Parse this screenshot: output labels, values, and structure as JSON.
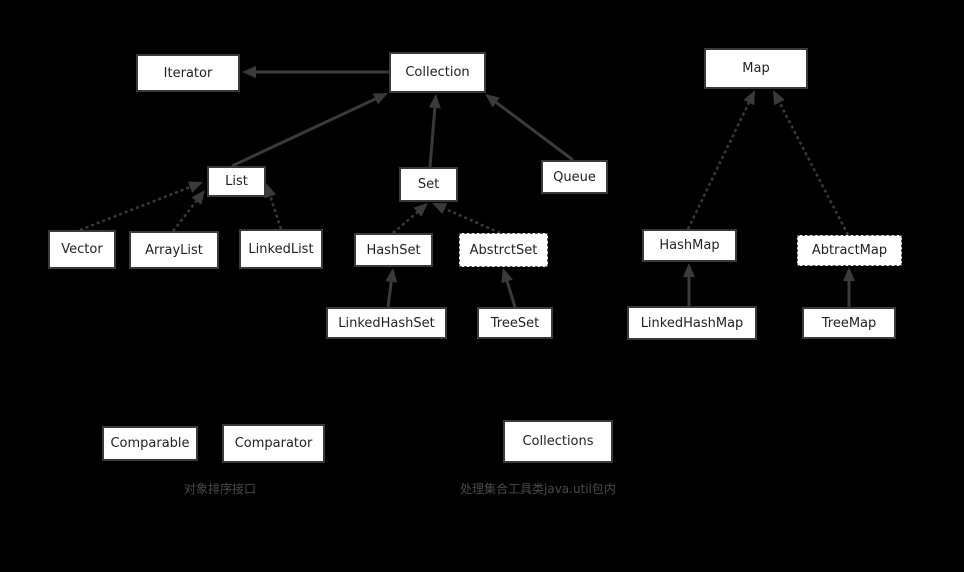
{
  "nodes": {
    "iterator": "Iterator",
    "collection": "Collection",
    "map": "Map",
    "list": "List",
    "set": "Set",
    "queue": "Queue",
    "vector": "Vector",
    "arraylist": "ArrayList",
    "linkedlist": "LinkedList",
    "hashset": "HashSet",
    "abstrctset": "AbstrctSet",
    "linkedhashset": "LinkedHashSet",
    "treeset": "TreeSet",
    "hashmap": "HashMap",
    "abtractmap": "AbtractMap",
    "linkedhashmap": "LinkedHashMap",
    "treemap": "TreeMap",
    "comparable": "Comparable",
    "comparator": "Comparator",
    "collections": "Collections"
  },
  "captions": {
    "sort_interface": "对象排序接口",
    "collections_desc": "处理集合工具类java.util包内"
  },
  "edges": [
    {
      "from": "collection",
      "to": "iterator",
      "style": "solid"
    },
    {
      "from": "list",
      "to": "collection",
      "style": "solid"
    },
    {
      "from": "set",
      "to": "collection",
      "style": "solid"
    },
    {
      "from": "queue",
      "to": "collection",
      "style": "solid"
    },
    {
      "from": "vector",
      "to": "list",
      "style": "dotted"
    },
    {
      "from": "arraylist",
      "to": "list",
      "style": "dotted"
    },
    {
      "from": "linkedlist",
      "to": "list",
      "style": "dotted"
    },
    {
      "from": "hashset",
      "to": "set",
      "style": "dotted"
    },
    {
      "from": "abstrctset",
      "to": "set",
      "style": "dotted"
    },
    {
      "from": "linkedhashset",
      "to": "hashset",
      "style": "solid"
    },
    {
      "from": "treeset",
      "to": "abstrctset",
      "style": "solid"
    },
    {
      "from": "hashmap",
      "to": "map",
      "style": "dotted"
    },
    {
      "from": "abtractmap",
      "to": "map",
      "style": "dotted"
    },
    {
      "from": "linkedhashmap",
      "to": "hashmap",
      "style": "solid"
    },
    {
      "from": "treemap",
      "to": "abtractmap",
      "style": "solid"
    }
  ],
  "colors": {
    "background": "#000000",
    "node_fill": "#ffffff",
    "edge": "#3a3a3a",
    "text": "#222222",
    "caption": "#4a4a4a"
  }
}
